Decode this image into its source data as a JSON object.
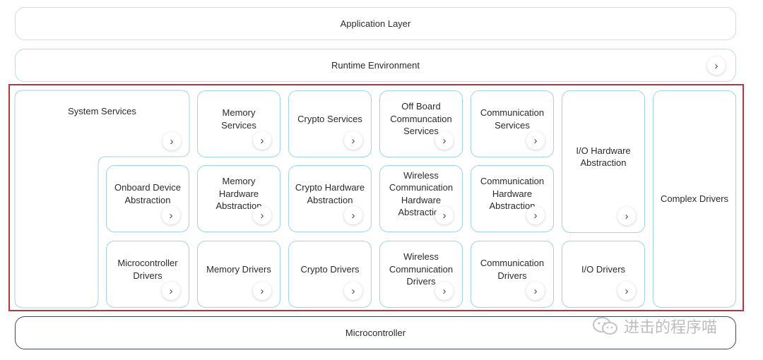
{
  "layers": {
    "application": "Application Layer",
    "runtime": "Runtime Environment",
    "microcontroller": "Microcontroller"
  },
  "chevron_glyph": "›",
  "chevron_icon": "chevron-right-icon",
  "system_services": "System Services",
  "complex_drivers": "Complex Drivers",
  "cells": {
    "memory_services": "Memory Services",
    "crypto_services": "Crypto Services",
    "offboard_communication_services": "Off Board Communcation Services",
    "communication_services": "Communication Services",
    "io_hardware_abstraction": "I/O Hardware Abstraction",
    "onboard_device_abstraction": "Onboard Device Abstraction",
    "memory_hardware_abstraction": "Memory Hardware Abstraction",
    "crypto_hardware_abstraction": "Crypto Hardware Abstraction",
    "wireless_communication_hardware_abstraction": "Wireless Communication Hardware Abstraction",
    "communication_hardware_abstraction": "Communication Hardware Abstraction",
    "microcontroller_drivers": "Microcontroller Drivers",
    "memory_drivers": "Memory Drivers",
    "crypto_drivers": "Crypto Drivers",
    "wireless_communication_drivers": "Wireless Communication Drivers",
    "communication_drivers": "Communication Drivers",
    "io_drivers": "I/O Drivers"
  },
  "watermark": "进击的程序喵",
  "colors": {
    "box_border": "#9fd3e6",
    "highlight_border": "#b0383f",
    "text": "#2b2b2b"
  }
}
